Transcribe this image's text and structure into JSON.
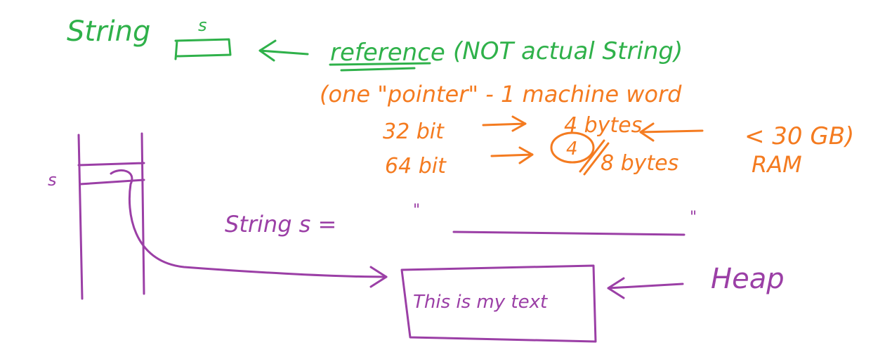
{
  "colors": {
    "green": "#2fb14a",
    "orange": "#f47b20",
    "purple": "#9b3fa6",
    "background": "#ffffff"
  },
  "top": {
    "type_label": "String",
    "var_label": "s",
    "reference_word": "reference",
    "not_actual": "(NOT actual String)"
  },
  "pointer_note": {
    "line1": "(one \"pointer\" - 1 machine word",
    "row32_bits": "32 bit",
    "row32_bytes": "4 bytes",
    "row64_bits": "64 bit",
    "row64_circled": "4",
    "row64_bytes": "8 bytes",
    "ram_limit": "< 30 GB)",
    "ram_word": "RAM"
  },
  "stack": {
    "var_label": "s"
  },
  "declaration": {
    "text": "String s =",
    "open_quote": "\"",
    "close_quote": "\""
  },
  "heap": {
    "content": "This is my text",
    "label": "Heap"
  }
}
